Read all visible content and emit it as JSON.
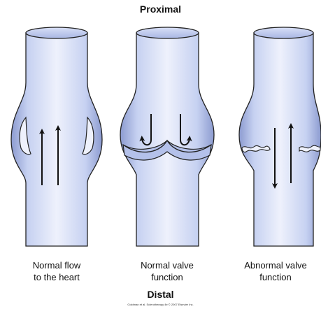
{
  "labels": {
    "top": "Proximal",
    "bottom": "Distal",
    "credit": "Goldman et al. Sclerotherapy 4e © 2007 Elsevier Inc."
  },
  "panels": [
    {
      "caption": "Normal flow\nto the heart"
    },
    {
      "caption": "Normal valve\nfunction"
    },
    {
      "caption": "Abnormal valve\nfunction"
    }
  ],
  "colors": {
    "vein_fill": "#c6d1f1",
    "vein_highlight": "#eef1fc",
    "vein_shadow": "#8c9bd0",
    "outline": "#222222",
    "arrow": "#111111"
  }
}
